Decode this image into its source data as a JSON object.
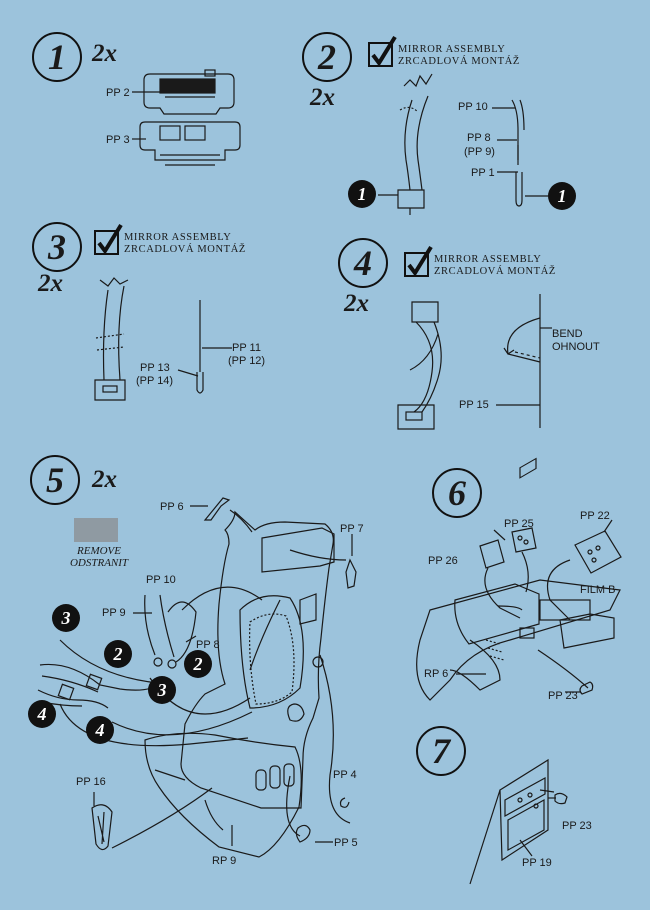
{
  "mirror_label": {
    "line1": "MIRROR  ASSEMBLY",
    "line2": "ZRCADLOVÁ  MONTÁŽ"
  },
  "steps": {
    "s1": {
      "number": "1",
      "mult": "2x",
      "labels": [
        "PP 2",
        "PP 3"
      ]
    },
    "s2": {
      "number": "2",
      "mult": "2x",
      "labels": [
        "PP 10",
        "PP 8",
        "(PP 9)",
        "PP 1"
      ],
      "badges": [
        "1",
        "1"
      ]
    },
    "s3": {
      "number": "3",
      "mult": "2x",
      "labels": [
        "PP 11",
        "(PP 12)",
        "PP 13",
        "(PP 14)"
      ]
    },
    "s4": {
      "number": "4",
      "mult": "2x",
      "labels": [
        "BEND",
        "OHNOUT",
        "PP 15"
      ]
    },
    "s5": {
      "number": "5",
      "mult": "2x",
      "remove": {
        "line1": "REMOVE",
        "line2": "ODSTRANIT",
        "swatch_color": "#8f9aa2"
      },
      "labels": [
        "PP 6",
        "PP 7",
        "PP 10",
        "PP 9",
        "PP 8",
        "PP 16",
        "RP 9",
        "PP 4",
        "PP 5"
      ],
      "badges": [
        "3",
        "2",
        "2",
        "3",
        "4",
        "4"
      ]
    },
    "s6": {
      "number": "6",
      "labels": [
        "PP 25",
        "PP 22",
        "PP 26",
        "FILM B",
        "RP 6",
        "PP 23"
      ]
    },
    "s7": {
      "number": "7",
      "labels": [
        "PP 23",
        "PP 19"
      ]
    }
  },
  "colors": {
    "background": "#9cc3dc",
    "ink": "#111111"
  }
}
